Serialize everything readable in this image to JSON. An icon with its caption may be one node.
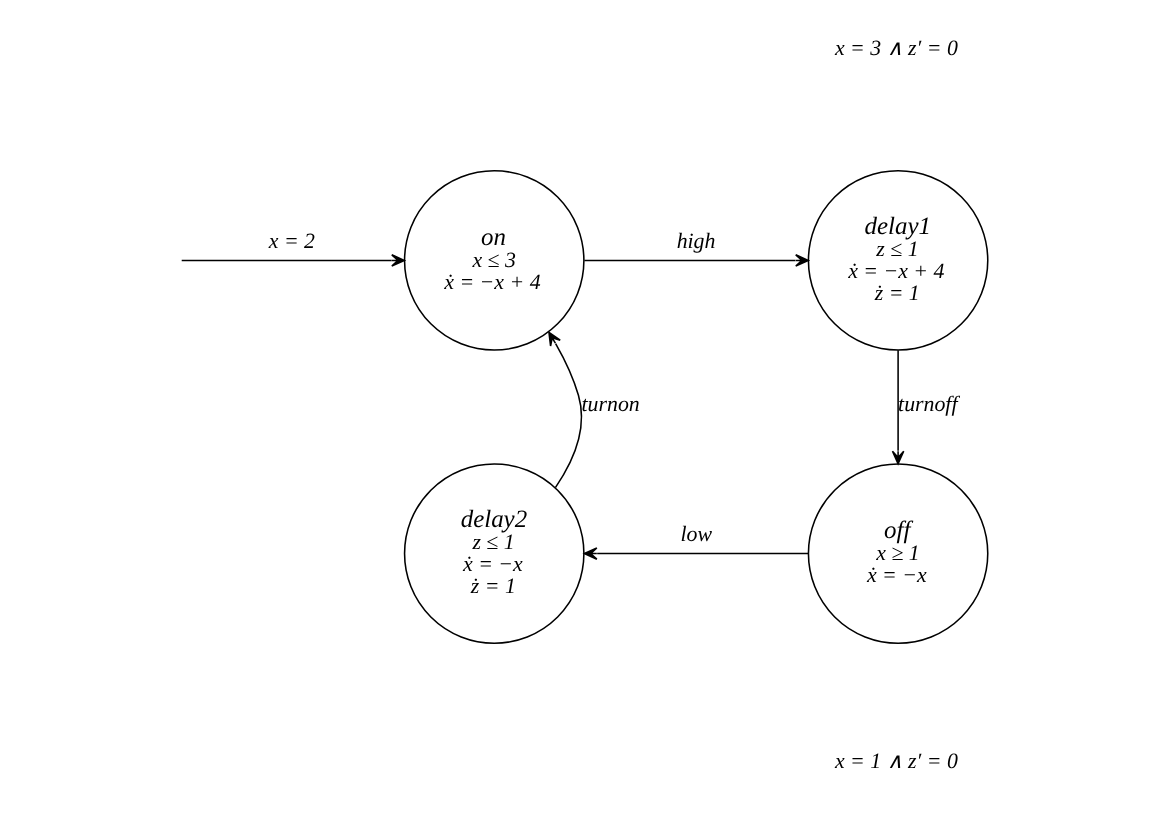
{
  "diagram": {
    "nodes": [
      {
        "text": [
          "on",
          "x ≤ 3",
          "ẋ = −x + 4"
        ]
      },
      {
        "text": [
          "delay1",
          "z ≤ 1",
          "ẋ = −x + 4",
          "ż = 1"
        ]
      },
      {
        "text": [
          "off",
          "x ≥ 1",
          "ẋ = −x"
        ]
      },
      {
        "text": [
          "delay2",
          "z ≤ 1",
          "ẋ = −x",
          "ż = 1"
        ]
      }
    ],
    "edges": [
      {
        "from": null,
        "to": 0,
        "arrow": "to",
        "label": "x = 2"
      },
      {
        "from": 0,
        "to": 1,
        "arrow": "to",
        "label": "high"
      },
      {
        "from": 1,
        "to": 2,
        "arrow": "to",
        "label": "turnoff"
      },
      {
        "from": 2,
        "to": 3,
        "arrow": "to",
        "label": "low"
      },
      {
        "from": 3,
        "to": 0,
        "arrow": "to",
        "label": "turnon"
      }
    ],
    "labels": [
      "x = 3 ∧ z′ = 0",
      "x = 1 ∧ z′ = 0"
    ]
  }
}
